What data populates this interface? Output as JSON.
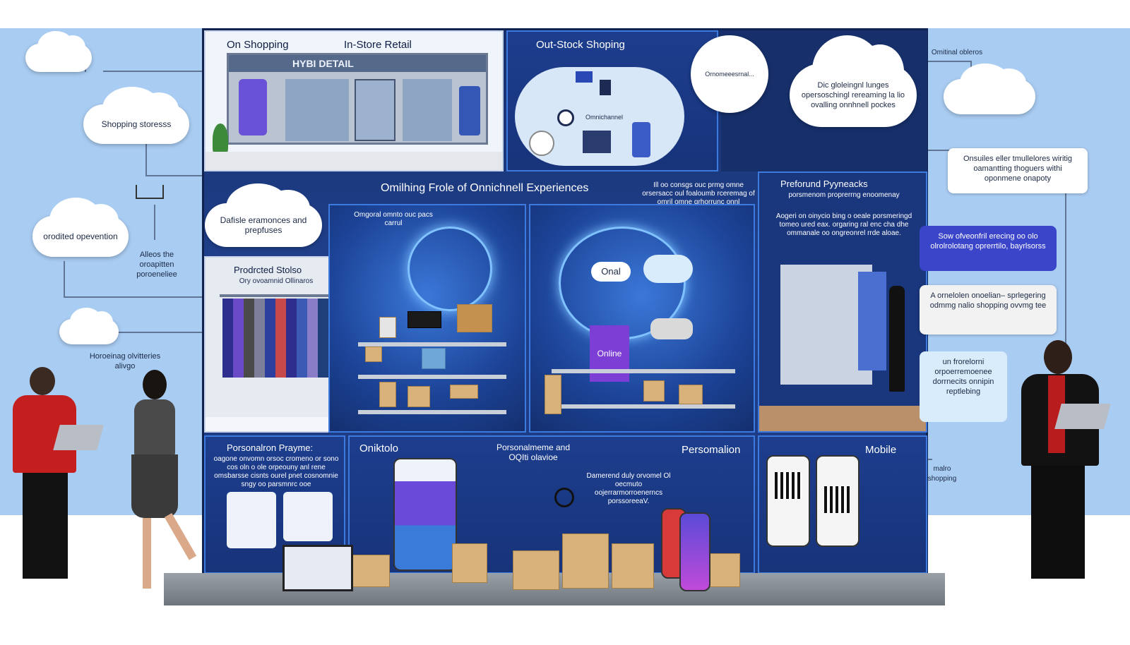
{
  "board": {
    "title": "Omilhing Frole of Onnichnell Experiences"
  },
  "panels": {
    "top_left": {
      "title_a": "On Shopping",
      "title_b": "In-Store Retail",
      "sign": "HYBI DETAIL"
    },
    "top_mid": {
      "title": "Out-Stock Shoping",
      "cloud_label": "Omnichannel"
    },
    "right_top": {
      "bubble_text": "Dic gloleingnl lunges opersoschingl rereaming la lio ovalling onnhnell pockes"
    },
    "center_left": {
      "label": "Omgoral omnto ouc pacs carrul"
    },
    "center_text": {
      "text": "Ill oo consgs ouc prmg omne orsersacc oul foaloumb rceremag of omril omne grhorrunc onnl commitrea citorna cons tha"
    },
    "center_right": {
      "badge": "Onal",
      "bag": "Online"
    },
    "right_payments": {
      "title": "Preforund Pyyneacks",
      "subtitle": "porsmenom proprerrng enoomenay",
      "text": "Aogeri on oinycio bing o oeale porsmeringd tomeo ured eax. orgaring ral enc cha dhe ommanale oo ongreonrel rrde aloae."
    },
    "product_store": {
      "title": "Prodrcted Stolso",
      "subtitle": "Ory ovoamnid Ollinaros"
    },
    "bottom": {
      "personalization_prayme": "Porsonalron Prayme:",
      "personalization_desc": "oagone onvomn orsoc cromeno or sono cos oln o ole orpeouny anl rene omsbarsse cisnts ourel pnet cosnomnie sngy oo parsmnrc ooe",
      "oniktolo": "Oniktolo",
      "personalmene": "Porsonalmeme and OQIti olavioe",
      "personalion": "Persomalion",
      "personalion_desc": "Damerend duly orvomel Ol oecmuto oojerrarmorroenerncs porssoreeaV.",
      "mobile": "Mobile"
    }
  },
  "left_clouds": {
    "top": "",
    "shopping": "Shopping storesss",
    "optimization": "orodited opevention",
    "display": "Dafisle eramonces and prepfuses",
    "small": ""
  },
  "left_labels": {
    "allows": "Alleos the oroapitten poroeneliee",
    "horizontal": "Horoeinag olvitteries alivgo"
  },
  "right_side": {
    "omnichannel": "Omitinal obleros",
    "callout_top": "Onsuiles eller tmullelores wiritig oamantting thoguers withi oponmene onapoty",
    "callout_violet": "Sow ofveonfril erecing oo olo olrolrolotang oprerrtilo, bayrlsorss",
    "callout_grey": "A ornelolen onoelian– sprlegering odmmg nalio shopping ovvmg tee",
    "callout_cyan": "un frorelorni orpoerremoenee dorrnecits onnipin reptlebing",
    "mobile_label": "malro shopping"
  },
  "colors": {
    "board_bg": "#1b3a80",
    "sky": "#a9ccf2",
    "accent_violet": "#3a45c9",
    "neon_blue": "#3d7ae0"
  }
}
